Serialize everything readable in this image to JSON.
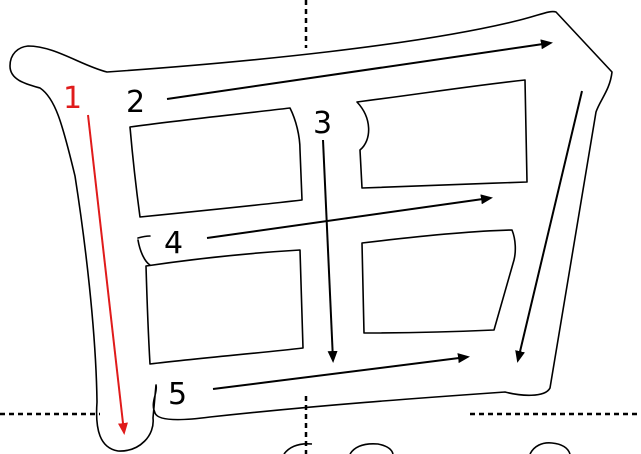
{
  "diagram": {
    "strokes": [
      {
        "number": "1",
        "color": "#e01b1b"
      },
      {
        "number": "2",
        "color": "#000000"
      },
      {
        "number": "3",
        "color": "#000000"
      },
      {
        "number": "4",
        "color": "#000000"
      },
      {
        "number": "5",
        "color": "#000000"
      }
    ]
  },
  "colors": {
    "outline": "#000000",
    "guide_line": "#000000",
    "first_stroke": "#e01b1b",
    "background": "#ffffff"
  }
}
